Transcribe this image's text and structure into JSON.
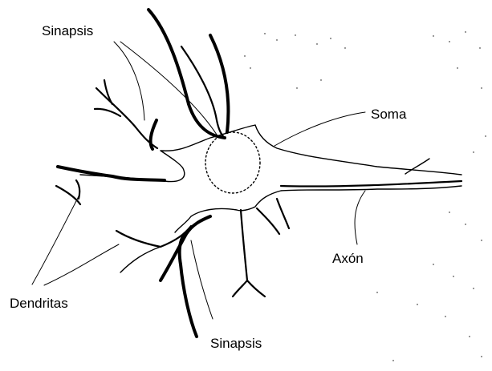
{
  "diagram": {
    "labels": {
      "sinapsis_top": "Sinapsis",
      "soma": "Soma",
      "axon": "Axón",
      "dendritas": "Dendritas",
      "sinapsis_bottom": "Sinapsis"
    },
    "colors": {
      "ink": "#000000",
      "background": "#ffffff"
    }
  }
}
